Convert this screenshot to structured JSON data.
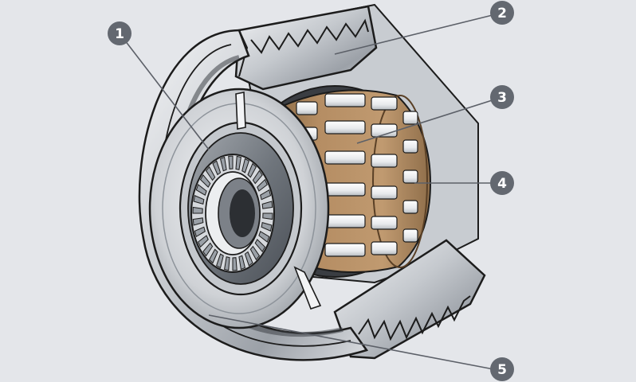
{
  "diagram": {
    "colors": {
      "background": "#e4e6ea",
      "badge": "#636870",
      "leader_line": "#5c6068",
      "metal_light": "#eef0f2",
      "metal_mid": "#b9bdc3",
      "metal_dark": "#6d737b",
      "outline": "#1c1c1c",
      "cage": "#b58d63",
      "cage_dark": "#7a5a38",
      "roller": "#f4f4f4"
    },
    "callouts": [
      {
        "id": "1",
        "label": "1"
      },
      {
        "id": "2",
        "label": "2"
      },
      {
        "id": "3",
        "label": "3"
      },
      {
        "id": "4",
        "label": "4"
      },
      {
        "id": "5",
        "label": "5"
      }
    ]
  }
}
